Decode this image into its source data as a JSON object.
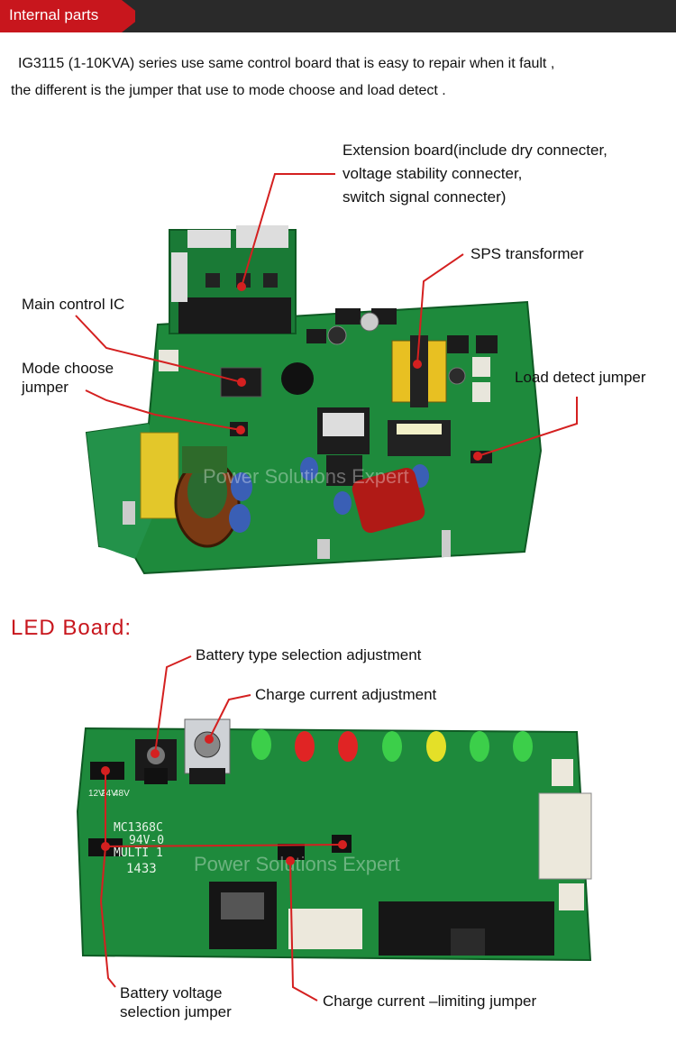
{
  "header": {
    "title": "Internal parts"
  },
  "intro": {
    "line1": "IG3115 (1-10KVA)  series  use  same control  board that is easy to repair when it fault ,",
    "line2": "the different is the jumper that  use to mode choose and load detect ."
  },
  "main_board": {
    "labels": {
      "extension_1": "Extension board(include dry connecter,",
      "extension_2": "voltage stability connecter,",
      "extension_3": "switch signal connecter)",
      "sps": "SPS transformer",
      "main_ic": "Main control IC",
      "mode_1": "Mode choose",
      "mode_2": "jumper",
      "load": "Load detect jumper"
    }
  },
  "led_board": {
    "title": "LED  Board:",
    "labels": {
      "battery_type": "Battery type selection adjustment",
      "charge_adj": "Charge current adjustment",
      "batt_volt_1": "Battery voltage",
      "batt_volt_2": "selection jumper",
      "charge_limit": "Charge current –limiting jumper"
    },
    "silkscreen": {
      "model": "MC1368C",
      "rating": "94V-0",
      "multi": "MULTI 1",
      "date": "1433",
      "jumper_48": "48V",
      "jumper_24": "24V",
      "jumper_12": "12V"
    }
  },
  "watermark": "Power Solutions Expert",
  "colors": {
    "accent": "#c8161d",
    "pcb": "#1e8a3c",
    "pcb_dark": "#156c2d",
    "topbar": "#2a2a2a"
  }
}
